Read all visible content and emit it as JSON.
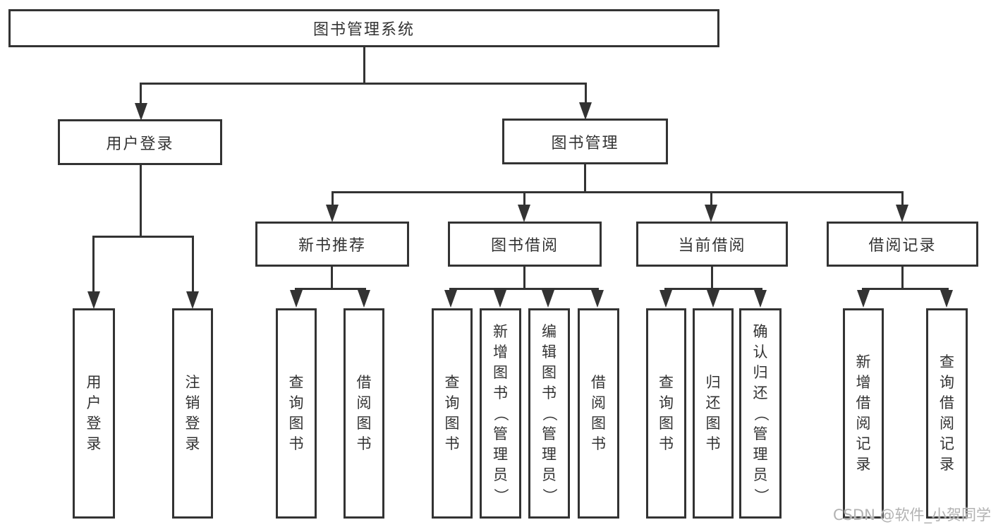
{
  "title": "图书管理系统",
  "watermark": "CSDN @软件_小贺同学",
  "colors": {
    "line": "#333333",
    "text": "#333333",
    "box_background": "#ffffff",
    "page_background": "#ffffff",
    "watermark": "#b2b2b2"
  },
  "tree": {
    "root": "图书管理系统",
    "branches": [
      {
        "label": "用户登录",
        "children": [
          "用户登录",
          "注销登录"
        ]
      },
      {
        "label": "图书管理",
        "children": [
          {
            "label": "新书推荐",
            "children": [
              "查询图书",
              "借阅图书"
            ]
          },
          {
            "label": "图书借阅",
            "children": [
              "查询图书",
              "新增图书（管理员）",
              "编辑图书（管理员）",
              "借阅图书"
            ]
          },
          {
            "label": "当前借阅",
            "children": [
              "查询图书",
              "归还图书",
              "确认归还（管理员）"
            ]
          },
          {
            "label": "借阅记录",
            "children": [
              "新增借阅记录",
              "查询借阅记录"
            ]
          }
        ]
      }
    ]
  }
}
